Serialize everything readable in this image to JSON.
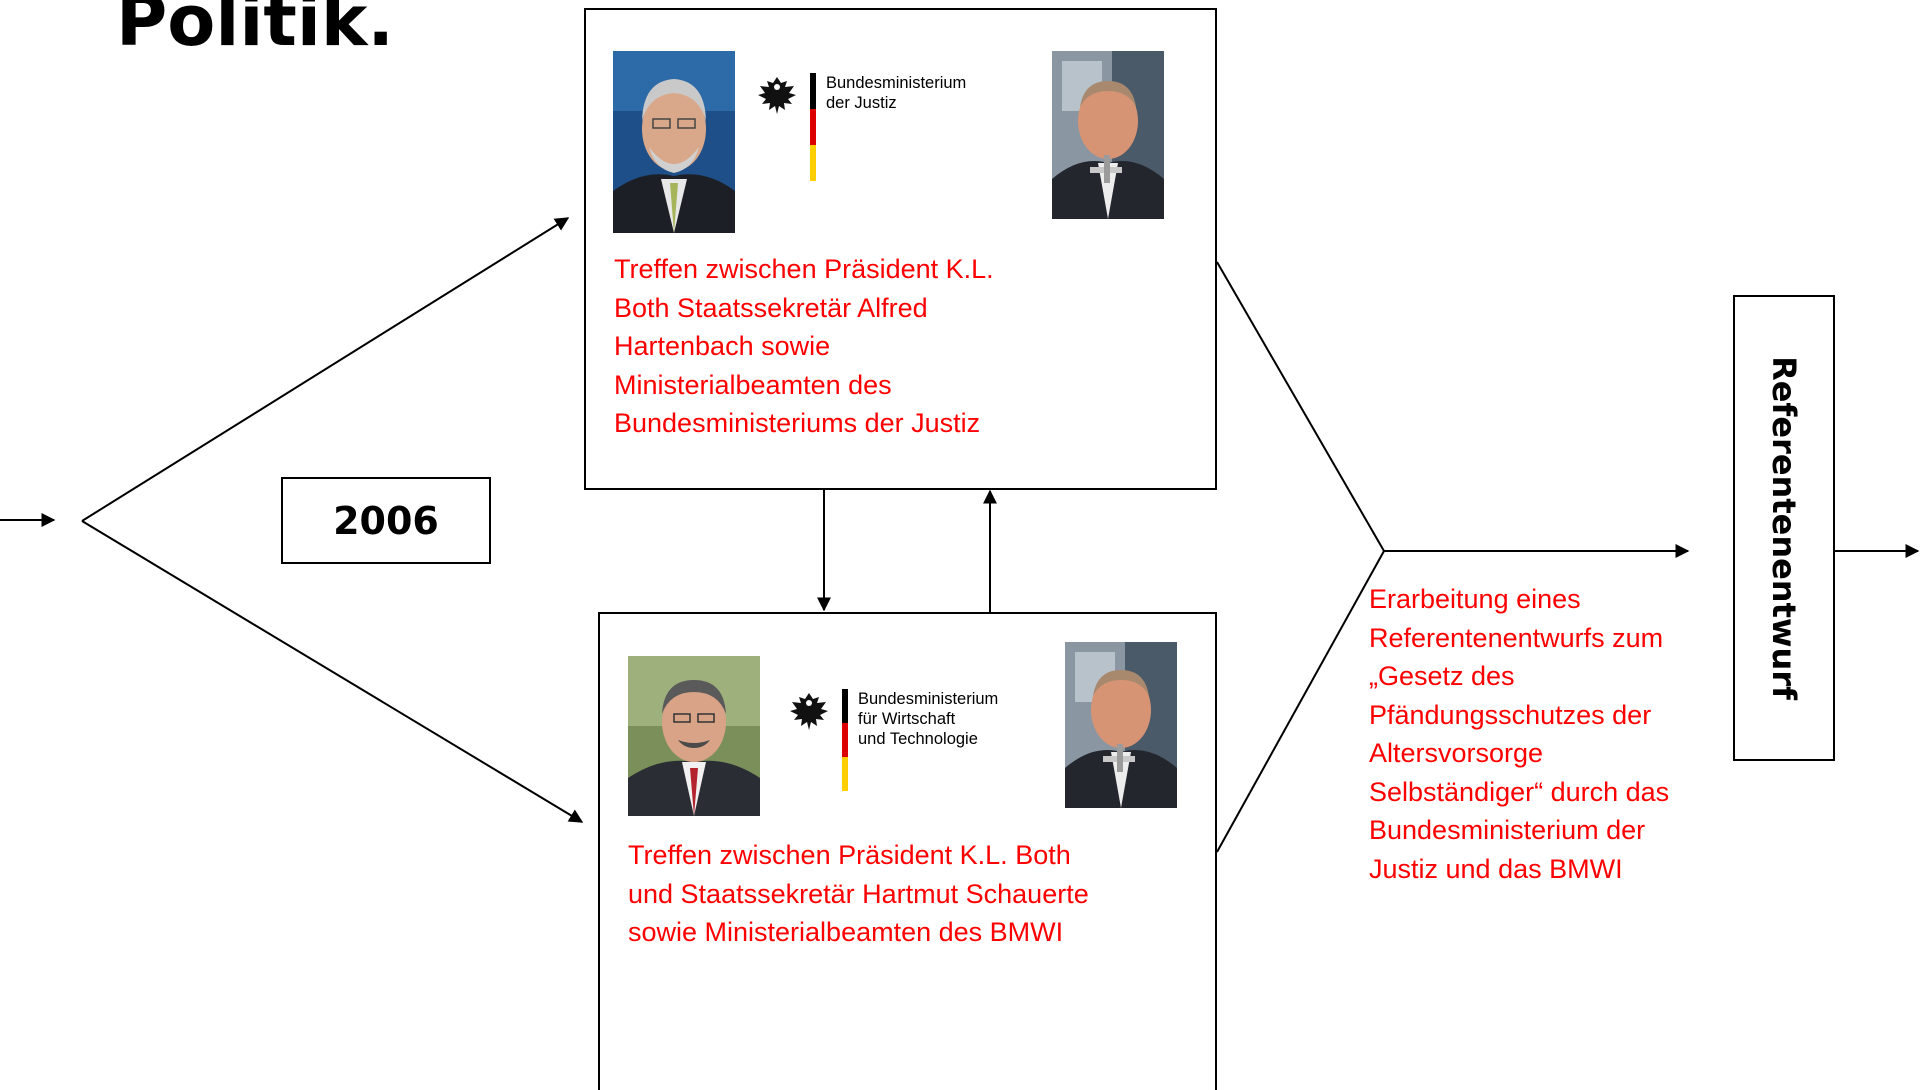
{
  "title": "Politik.",
  "year": "2006",
  "meetings": [
    {
      "ministry_name": "Bundesministerium\nder Justiz",
      "description": "Treffen zwischen Präsident K.L. Both Staatssekretär Alfred Hartenbach sowie Ministerialbeamten des Bundesministeriums der Justiz"
    },
    {
      "ministry_name": "Bundesministerium\nfür Wirtschaft\nund Technologie",
      "description": "Treffen zwischen Präsident K.L. Both und Staatssekretär Hartmut Schauerte sowie Ministerialbeamten des BMWI"
    }
  ],
  "result": "Erarbeitung eines Referentenentwurfs zum „Gesetz des Pfändungsschutzes der Altersvorsorge Selbständiger“ durch das Bundesministerium der Justiz und das BMWI",
  "output_label": "Referentenentwurf",
  "colors": {
    "text_highlight": "#ff0000",
    "line": "#000000",
    "flag_black": "#000000",
    "flag_red": "#dd0000",
    "flag_gold": "#ffce00"
  }
}
